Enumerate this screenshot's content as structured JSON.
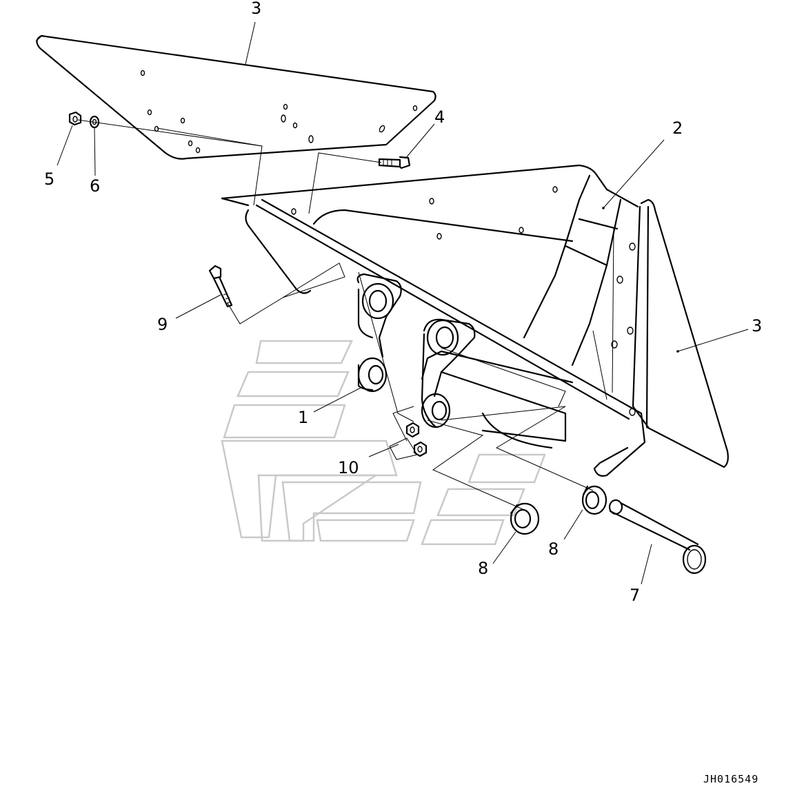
{
  "drawing_id": "JH016549",
  "callouts": [
    {
      "number": "1"
    },
    {
      "number": "2"
    },
    {
      "number": "3"
    },
    {
      "number": "3"
    },
    {
      "number": "4"
    },
    {
      "number": "5"
    },
    {
      "number": "6"
    },
    {
      "number": "7"
    },
    {
      "number": "8"
    },
    {
      "number": "8"
    },
    {
      "number": "9"
    },
    {
      "number": "10"
    }
  ]
}
